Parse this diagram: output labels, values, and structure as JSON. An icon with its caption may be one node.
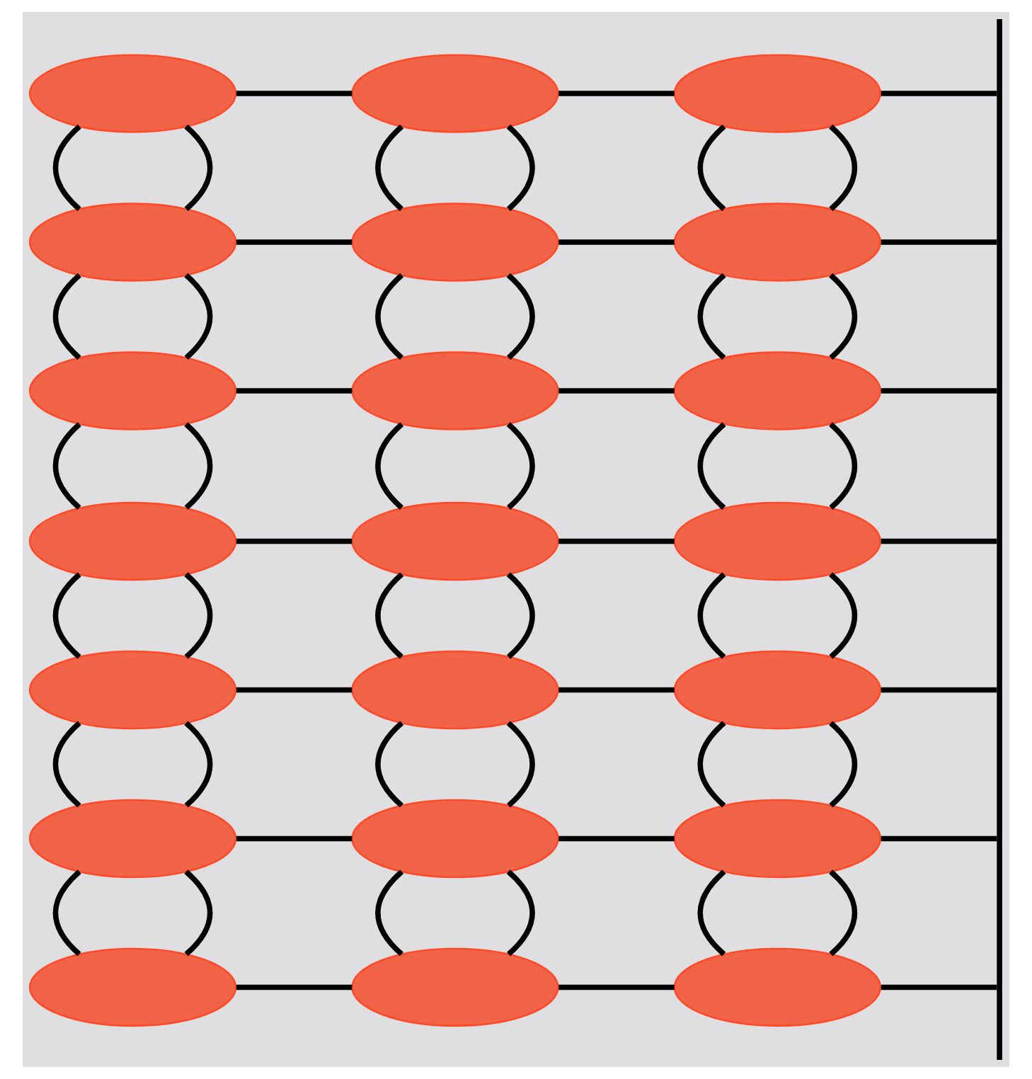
{
  "diagram": {
    "nodes": [
      {
        "text": [],
        "shape": "ellipse"
      },
      {
        "text": [],
        "shape": "ellipse"
      },
      {
        "text": [],
        "shape": "ellipse"
      },
      {
        "text": [],
        "shape": "ellipse"
      },
      {
        "text": [],
        "shape": "ellipse"
      },
      {
        "text": [],
        "shape": "ellipse"
      },
      {
        "text": [],
        "shape": "ellipse"
      },
      {
        "text": [],
        "shape": "ellipse"
      },
      {
        "text": [],
        "shape": "ellipse"
      },
      {
        "text": [],
        "shape": "ellipse"
      },
      {
        "text": [],
        "shape": "ellipse"
      },
      {
        "text": [],
        "shape": "ellipse"
      },
      {
        "text": [],
        "shape": "ellipse"
      },
      {
        "text": [],
        "shape": "ellipse"
      },
      {
        "text": [],
        "shape": "ellipse"
      },
      {
        "text": [],
        "shape": "ellipse"
      },
      {
        "text": [],
        "shape": "ellipse"
      },
      {
        "text": [],
        "shape": "ellipse"
      },
      {
        "text": [],
        "shape": "ellipse"
      },
      {
        "text": [],
        "shape": "ellipse"
      },
      {
        "text": [],
        "shape": "ellipse"
      },
      {
        "text": [],
        "shape": "bar"
      }
    ],
    "edges": [
      {
        "from": 0,
        "to": 1,
        "arrow": "none"
      },
      {
        "from": 1,
        "to": 2,
        "arrow": "none"
      },
      {
        "from": 2,
        "to": 21,
        "arrow": "none"
      },
      {
        "from": 3,
        "to": 4,
        "arrow": "none"
      },
      {
        "from": 4,
        "to": 5,
        "arrow": "none"
      },
      {
        "from": 5,
        "to": 21,
        "arrow": "none"
      },
      {
        "from": 6,
        "to": 7,
        "arrow": "none"
      },
      {
        "from": 7,
        "to": 8,
        "arrow": "none"
      },
      {
        "from": 8,
        "to": 21,
        "arrow": "none"
      },
      {
        "from": 9,
        "to": 10,
        "arrow": "none"
      },
      {
        "from": 10,
        "to": 11,
        "arrow": "none"
      },
      {
        "from": 11,
        "to": 21,
        "arrow": "none"
      },
      {
        "from": 12,
        "to": 13,
        "arrow": "none"
      },
      {
        "from": 13,
        "to": 14,
        "arrow": "none"
      },
      {
        "from": 14,
        "to": 21,
        "arrow": "none"
      },
      {
        "from": 15,
        "to": 16,
        "arrow": "none"
      },
      {
        "from": 16,
        "to": 17,
        "arrow": "none"
      },
      {
        "from": 17,
        "to": 21,
        "arrow": "none"
      },
      {
        "from": 18,
        "to": 19,
        "arrow": "none"
      },
      {
        "from": 19,
        "to": 20,
        "arrow": "none"
      },
      {
        "from": 20,
        "to": 21,
        "arrow": "none"
      },
      {
        "from": 0,
        "to": 3,
        "arrow": "none"
      },
      {
        "from": 0,
        "to": 3,
        "arrow": "none"
      },
      {
        "from": 3,
        "to": 6,
        "arrow": "none"
      },
      {
        "from": 3,
        "to": 6,
        "arrow": "none"
      },
      {
        "from": 6,
        "to": 9,
        "arrow": "none"
      },
      {
        "from": 6,
        "to": 9,
        "arrow": "none"
      },
      {
        "from": 9,
        "to": 12,
        "arrow": "none"
      },
      {
        "from": 9,
        "to": 12,
        "arrow": "none"
      },
      {
        "from": 12,
        "to": 15,
        "arrow": "none"
      },
      {
        "from": 12,
        "to": 15,
        "arrow": "none"
      },
      {
        "from": 15,
        "to": 18,
        "arrow": "none"
      },
      {
        "from": 15,
        "to": 18,
        "arrow": "none"
      },
      {
        "from": 1,
        "to": 4,
        "arrow": "none"
      },
      {
        "from": 1,
        "to": 4,
        "arrow": "none"
      },
      {
        "from": 4,
        "to": 7,
        "arrow": "none"
      },
      {
        "from": 4,
        "to": 7,
        "arrow": "none"
      },
      {
        "from": 7,
        "to": 10,
        "arrow": "none"
      },
      {
        "from": 7,
        "to": 10,
        "arrow": "none"
      },
      {
        "from": 10,
        "to": 13,
        "arrow": "none"
      },
      {
        "from": 10,
        "to": 13,
        "arrow": "none"
      },
      {
        "from": 13,
        "to": 16,
        "arrow": "none"
      },
      {
        "from": 13,
        "to": 16,
        "arrow": "none"
      },
      {
        "from": 16,
        "to": 19,
        "arrow": "none"
      },
      {
        "from": 16,
        "to": 19,
        "arrow": "none"
      },
      {
        "from": 2,
        "to": 5,
        "arrow": "none"
      },
      {
        "from": 2,
        "to": 5,
        "arrow": "none"
      },
      {
        "from": 5,
        "to": 8,
        "arrow": "none"
      },
      {
        "from": 5,
        "to": 8,
        "arrow": "none"
      },
      {
        "from": 8,
        "to": 11,
        "arrow": "none"
      },
      {
        "from": 8,
        "to": 11,
        "arrow": "none"
      },
      {
        "from": 11,
        "to": 14,
        "arrow": "none"
      },
      {
        "from": 11,
        "to": 14,
        "arrow": "none"
      },
      {
        "from": 14,
        "to": 17,
        "arrow": "none"
      },
      {
        "from": 14,
        "to": 17,
        "arrow": "none"
      },
      {
        "from": 17,
        "to": 20,
        "arrow": "none"
      },
      {
        "from": 17,
        "to": 20,
        "arrow": "none"
      }
    ]
  }
}
